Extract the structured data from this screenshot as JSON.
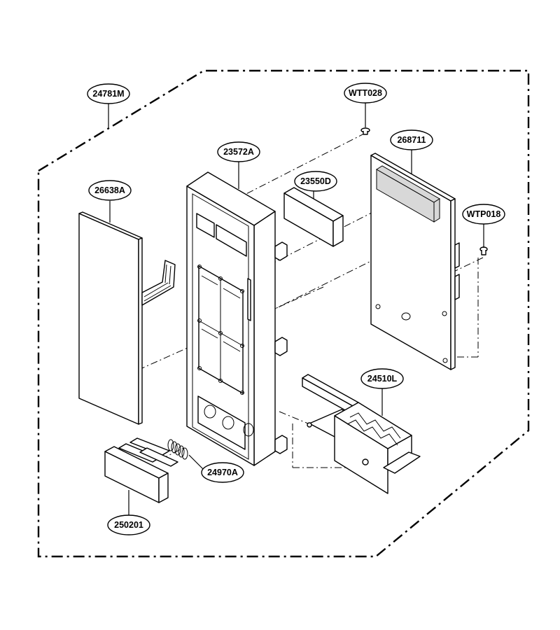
{
  "callouts": {
    "c24781M": "24781M",
    "cWTT028": "WTT028",
    "c268711": "268711",
    "c23572A": "23572A",
    "c23550D": "23550D",
    "c26638A": "26638A",
    "cWTP018": "WTP018",
    "c24510L": "24510L",
    "c24970A": "24970A",
    "c250201": "250201"
  }
}
